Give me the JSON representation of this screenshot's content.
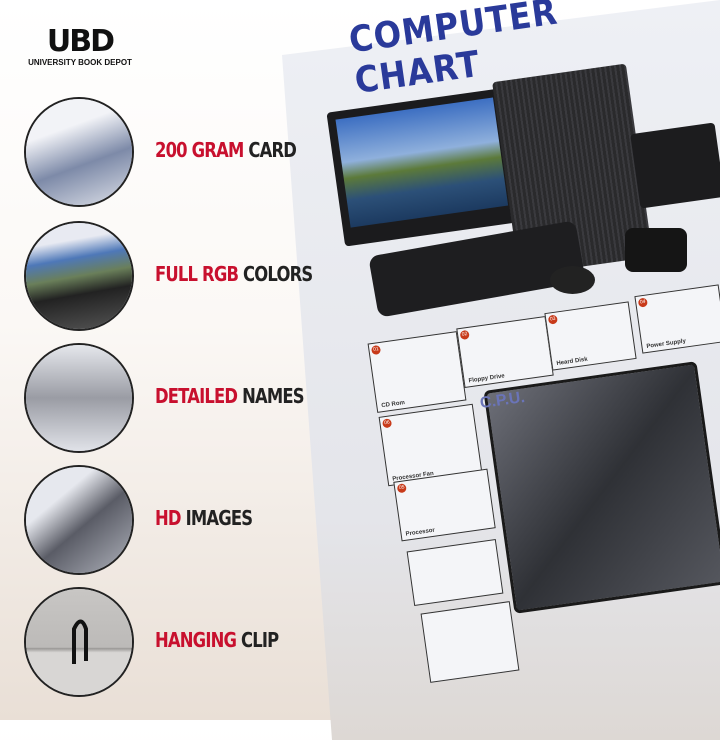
{
  "brand": {
    "logo": "UBD",
    "name": "UNIVERSITY BOOK DEPOT"
  },
  "features": [
    {
      "highlight": "200 GRAM",
      "rest": "CARD"
    },
    {
      "highlight": "FULL RGB",
      "rest": "COLORS"
    },
    {
      "highlight": "DETAILED",
      "rest": "NAMES"
    },
    {
      "highlight": "HD",
      "rest": "IMAGES"
    },
    {
      "highlight": "HANGING",
      "rest": "CLIP"
    }
  ],
  "poster": {
    "title": "COMPUTER CHART",
    "cpu_label": "C.P.U.",
    "items": [
      {
        "num": "01",
        "name": "CD Rom"
      },
      {
        "num": "02",
        "name": "Floppy Drive"
      },
      {
        "num": "03",
        "name": "Heard Disk"
      },
      {
        "num": "04",
        "name": "Power Supply"
      },
      {
        "num": "06",
        "name": "Processor Fan"
      },
      {
        "num": "05",
        "name": "Processor"
      }
    ]
  },
  "colors": {
    "accent": "#c8102e",
    "poster_title": "#2a3a9a"
  }
}
